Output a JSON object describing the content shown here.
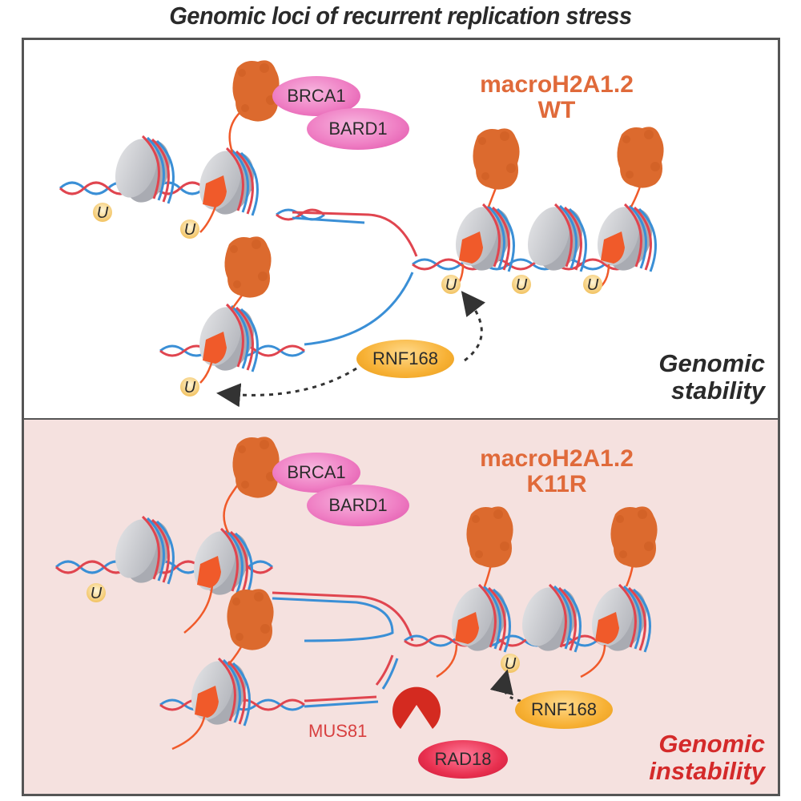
{
  "title": "Genomic loci of recurrent replication stress",
  "panels": [
    {
      "id": "wt",
      "condition_line1": "macroH2A1.2",
      "condition_line2": "WT",
      "outcome_line1": "Genomic",
      "outcome_line2": "stability",
      "outcome_color": "#2a2a2a",
      "background": "#ffffff",
      "proteins": {
        "brca1": "BRCA1",
        "bard1": "BARD1",
        "rnf168": "RNF168"
      },
      "ubiquitin_label": "U"
    },
    {
      "id": "k11r",
      "condition_line1": "macroH2A1.2",
      "condition_line2": "K11R",
      "outcome_line1": "Genomic",
      "outcome_line2": "instability",
      "outcome_color": "#d42a2a",
      "background": "#f5e1df",
      "proteins": {
        "brca1": "BRCA1",
        "bard1": "BARD1",
        "rnf168": "RNF168",
        "mus81": "MUS81",
        "rad18": "RAD18"
      },
      "ubiquitin_label": "U"
    }
  ],
  "colors": {
    "dna_strand_a": "#e0454f",
    "dna_strand_b": "#3a8fd6",
    "macro_domain": "#dc6a2e",
    "histone_core": "#c9cbd0",
    "macroH2A_tail": "#f05a2a",
    "label_orange": "#e06a3a"
  }
}
